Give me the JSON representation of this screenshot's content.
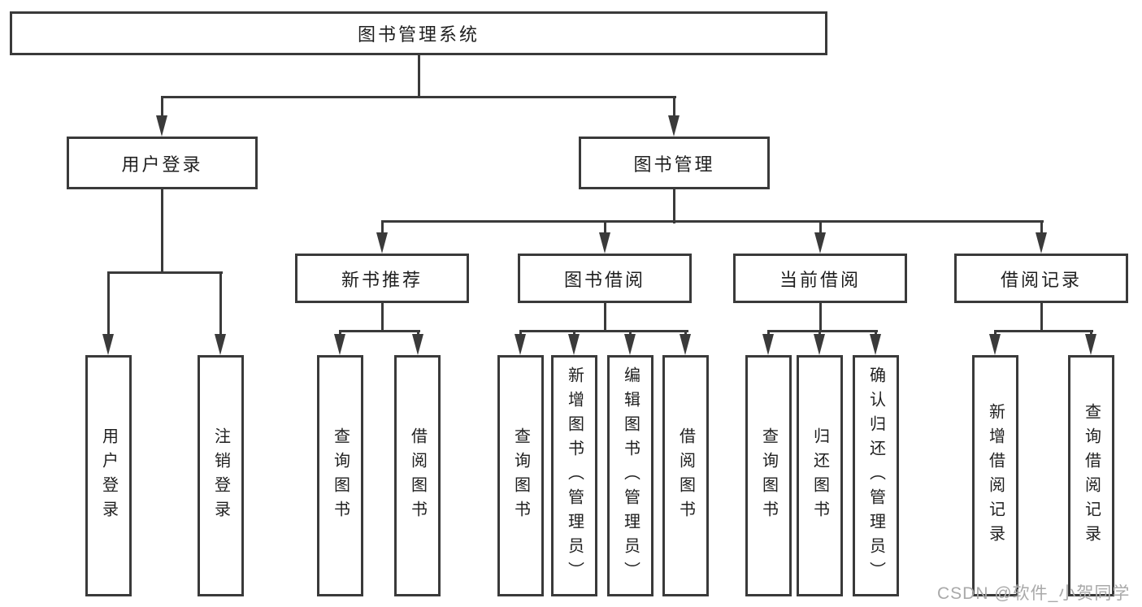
{
  "title": "图书管理系统",
  "colors": {
    "line": "#3a3a3a",
    "text": "#1f1f1f",
    "background": "#ffffff",
    "watermark": "#a9a9a9"
  },
  "watermark": {
    "text": "CSDN @软件_小贺同学"
  },
  "tree": {
    "label": "图书管理系统",
    "children": [
      {
        "label": "用户登录",
        "children": [
          {
            "label": "用户登录"
          },
          {
            "label": "注销登录"
          }
        ]
      },
      {
        "label": "图书管理",
        "children": [
          {
            "label": "新书推荐",
            "children": [
              {
                "label": "查询图书"
              },
              {
                "label": "借阅图书"
              }
            ]
          },
          {
            "label": "图书借阅",
            "children": [
              {
                "label": "查询图书"
              },
              {
                "label": "新增图书（管理员）"
              },
              {
                "label": "编辑图书（管理员）"
              },
              {
                "label": "借阅图书"
              }
            ]
          },
          {
            "label": "当前借阅",
            "children": [
              {
                "label": "查询图书"
              },
              {
                "label": "归还图书"
              },
              {
                "label": "确认归还（管理员）"
              }
            ]
          },
          {
            "label": "借阅记录",
            "children": [
              {
                "label": "新增借阅记录"
              },
              {
                "label": "查询借阅记录"
              }
            ]
          }
        ]
      }
    ]
  }
}
